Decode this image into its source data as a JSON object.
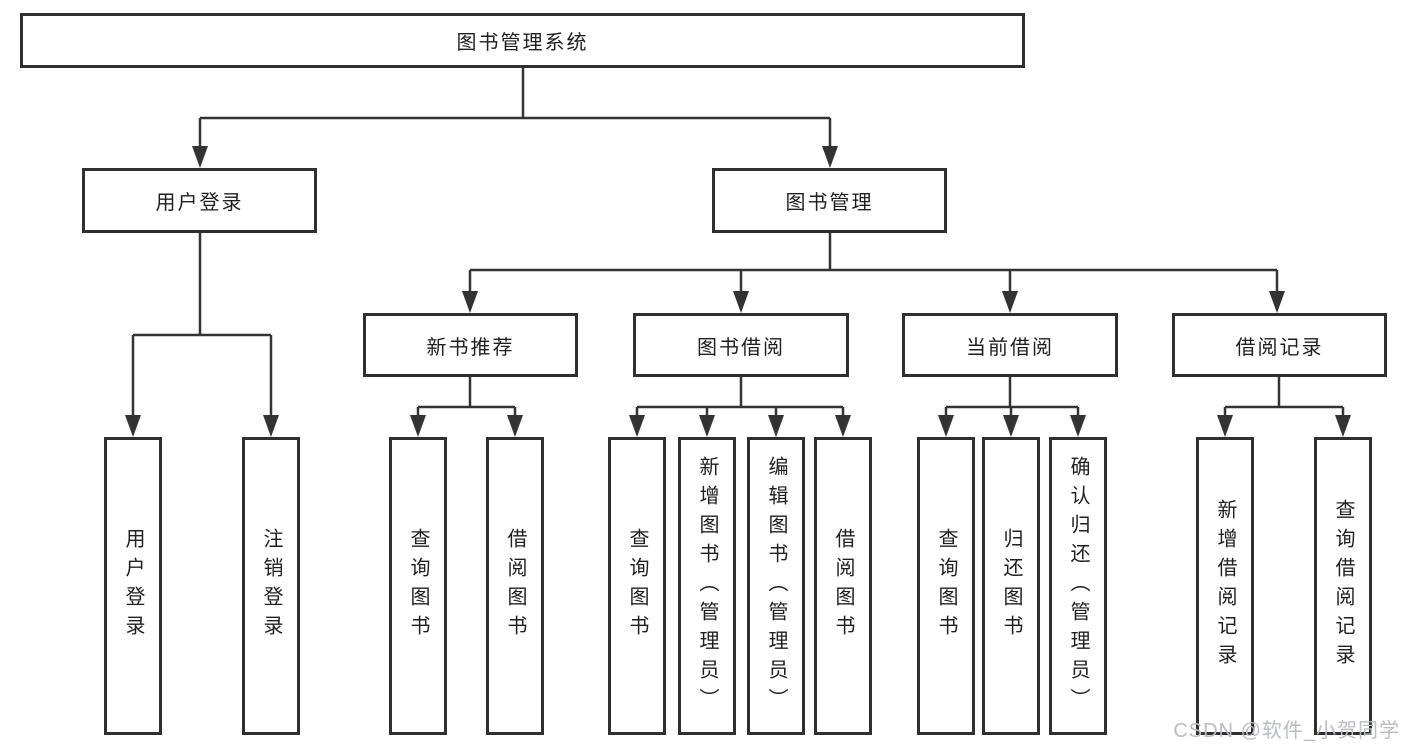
{
  "colors": {
    "line": "#333333",
    "box_border": "#2f2f2f",
    "box_fill": "#ffffff",
    "text": "#1f1f1f",
    "watermark_text": "#b9bdc3"
  },
  "watermark": "CSDN @软件_小贺同学",
  "tree": {
    "root": "图书管理系统",
    "children": [
      {
        "label": "用户登录",
        "children": [
          "用户登录",
          "注销登录"
        ]
      },
      {
        "label": "图书管理",
        "children": [
          {
            "label": "新书推荐",
            "children": [
              "查询图书",
              "借阅图书"
            ]
          },
          {
            "label": "图书借阅",
            "children": [
              "查询图书",
              "新增图书（管理员）",
              "编辑图书（管理员）",
              "借阅图书"
            ]
          },
          {
            "label": "当前借阅",
            "children": [
              "查询图书",
              "归还图书",
              "确认归还（管理员）"
            ]
          },
          {
            "label": "借阅记录",
            "children": [
              "新增借阅记录",
              "查询借阅记录"
            ]
          }
        ]
      }
    ]
  }
}
